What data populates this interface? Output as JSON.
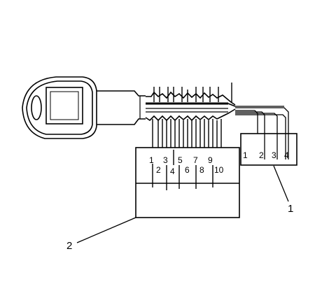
{
  "figure": {
    "stroke_color": "#000000",
    "background": "#ffffff",
    "callouts": {
      "callout_1": "1",
      "callout_2": "2"
    },
    "depth_gauge_cuts": {
      "cut_1": "1",
      "cut_2": "2",
      "cut_3": "3",
      "cut_4": "4",
      "cut_5": "5",
      "cut_6": "6",
      "cut_7": "7",
      "cut_8": "8",
      "cut_9": "9",
      "cut_10": "10"
    },
    "depth_scale": {
      "depth_1": "1",
      "depth_2": "2",
      "depth_3": "3",
      "depth_4": "4"
    }
  }
}
